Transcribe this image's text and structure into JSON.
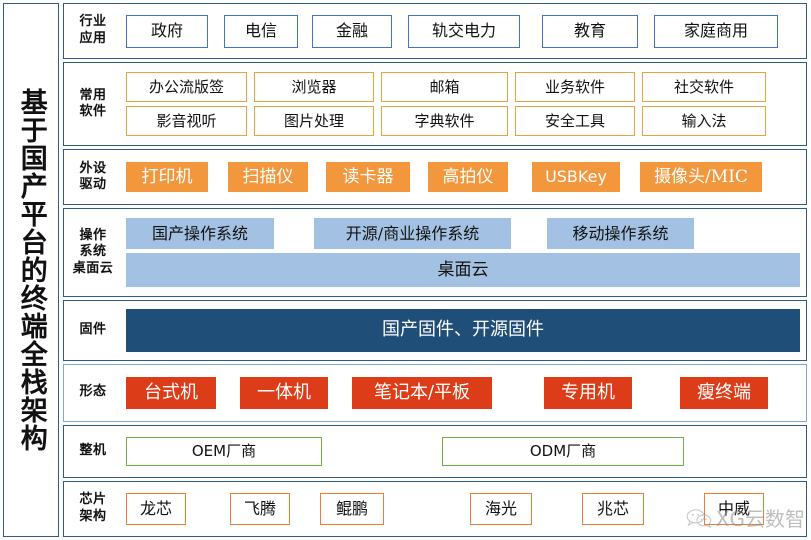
{
  "title": {
    "vertical_text": "基于国产平台的终端全栈架构"
  },
  "colors": {
    "band_border": "#2E5A88",
    "outline_blue": "#4472C4",
    "outline_orange": "#E8A33D",
    "outline_orange_strong": "#ED7D31",
    "outline_green": "#70AD47",
    "fill_orange": "#F3973D",
    "fill_lightblue": "#A3C2E3",
    "fill_navy": "#1F4E79",
    "fill_red": "#DC3C18"
  },
  "bands": {
    "industry": {
      "label_line1": "行业",
      "label_line2": "应用",
      "items": [
        "政府",
        "电信",
        "金融",
        "轨交电力",
        "教育",
        "家庭商用"
      ]
    },
    "software": {
      "label_line1": "常用",
      "label_line2": "软件",
      "row1": [
        "办公流版签",
        "浏览器",
        "邮箱",
        "业务软件",
        "社交软件"
      ],
      "row2": [
        "影音视听",
        "图片处理",
        "字典软件",
        "安全工具",
        "输入法"
      ]
    },
    "peripheral": {
      "label_line1": "外设",
      "label_line2": "驱动",
      "items": [
        "打印机",
        "扫描仪",
        "读卡器",
        "高拍仪",
        "USBKey",
        "摄像头/MIC"
      ]
    },
    "os": {
      "label_line1": "操作",
      "label_line2": "系统",
      "label_line3": "桌面云",
      "row1": [
        "国产操作系统",
        "开源/商业操作系统",
        "移动操作系统"
      ],
      "row2": [
        "桌面云"
      ]
    },
    "firmware": {
      "label_line1": "固件",
      "items": [
        "国产固件、开源固件"
      ]
    },
    "form": {
      "label_line1": "形态",
      "items": [
        "台式机",
        "一体机",
        "笔记本/平板",
        "专用机",
        "瘦终端"
      ]
    },
    "whole_machine": {
      "label_line1": "整机",
      "items": [
        "OEM厂商",
        "ODM厂商"
      ]
    },
    "chip": {
      "label_line1": "芯片",
      "label_line2": "架构",
      "items": [
        "龙芯",
        "飞腾",
        "鲲鹏",
        "海光",
        "兆芯",
        "中威"
      ]
    }
  },
  "watermark": {
    "text": "XG云数智",
    "icon": "wechat-icon"
  }
}
